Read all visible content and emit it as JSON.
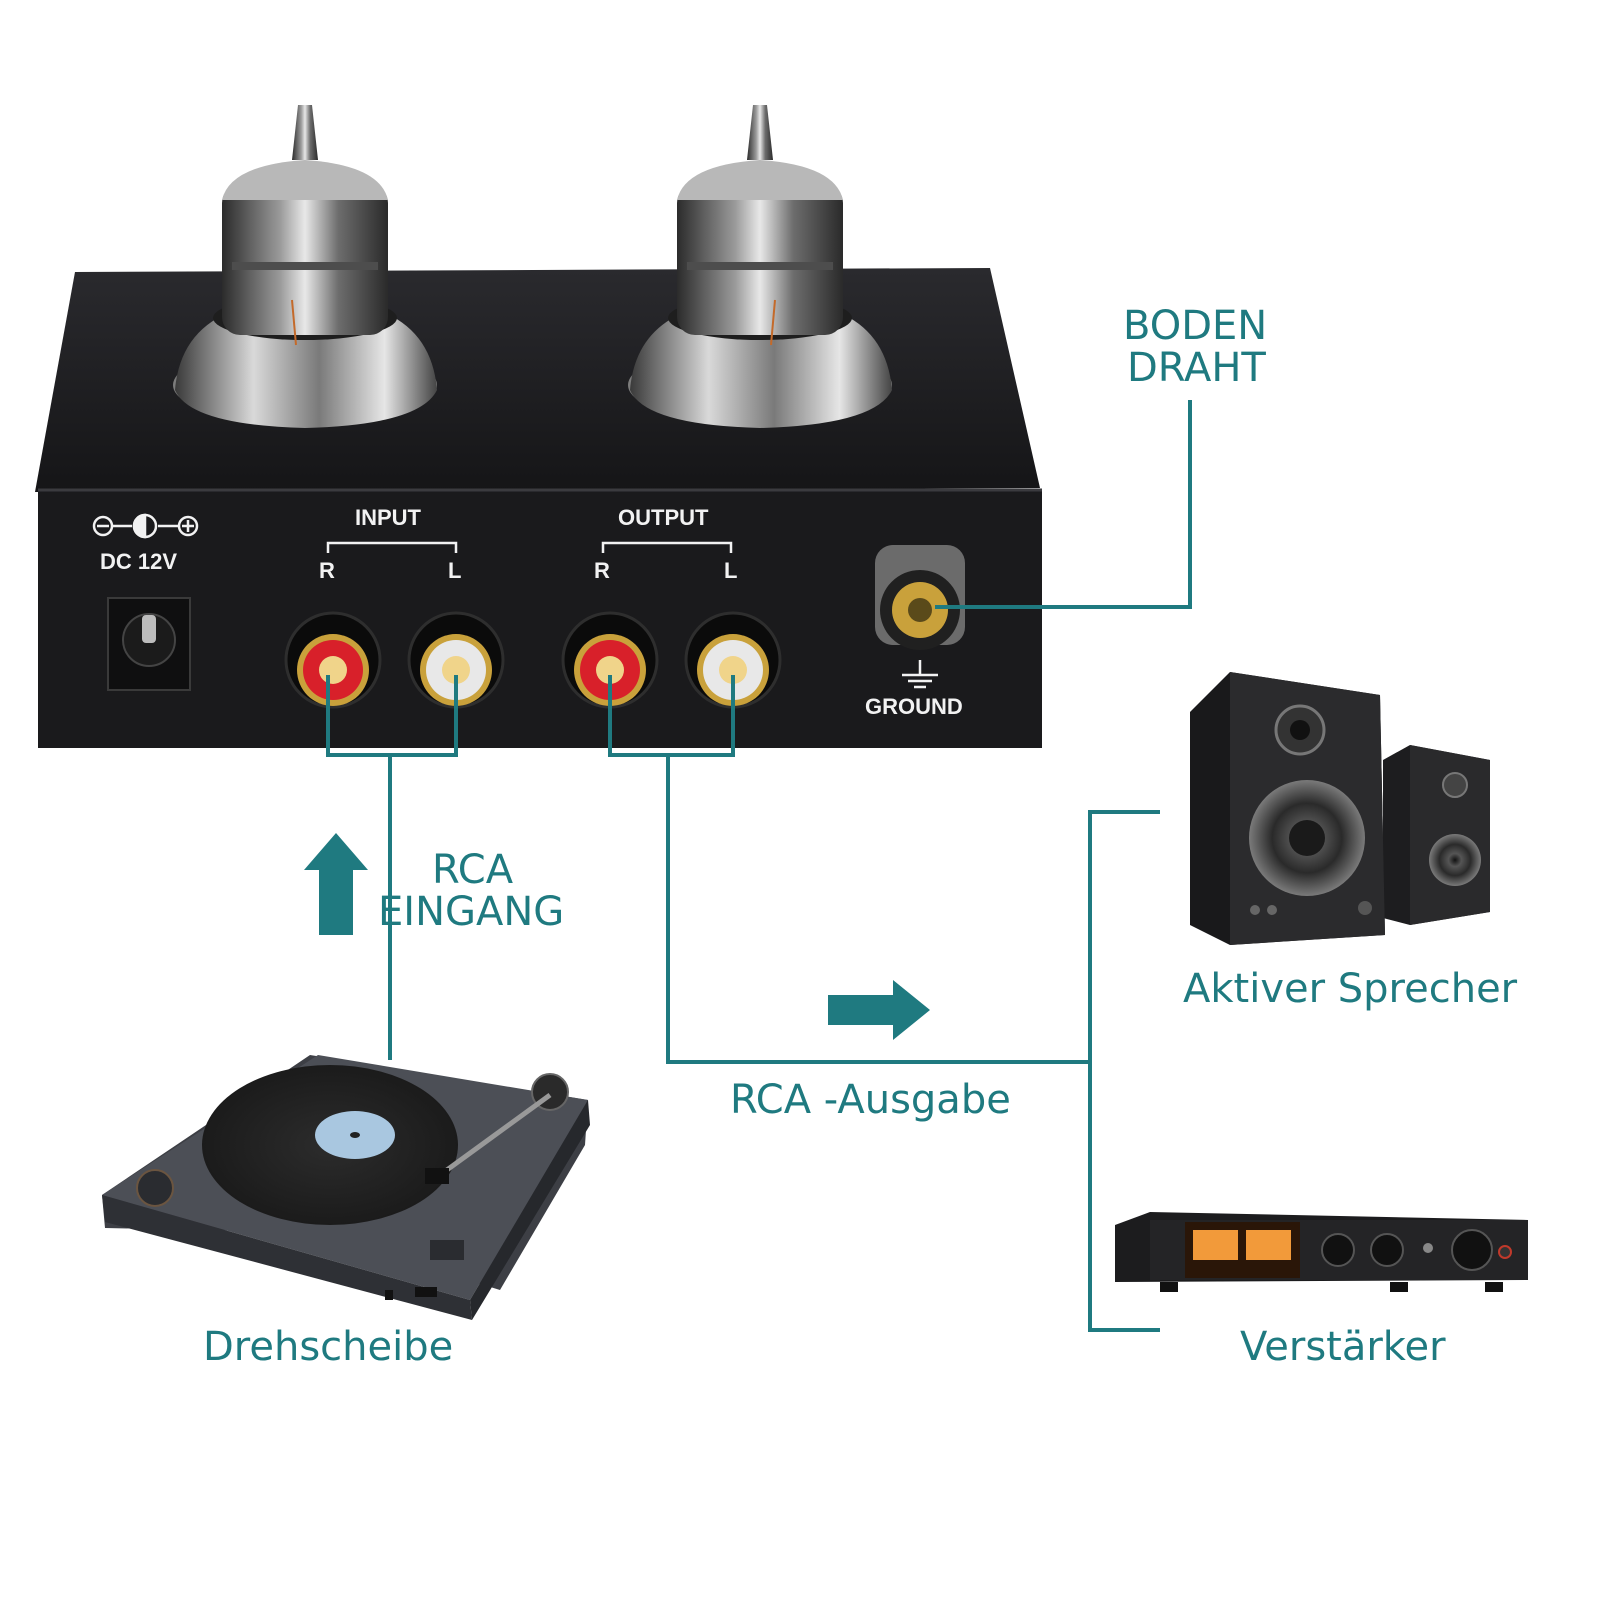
{
  "colors": {
    "accent": "#1f7a80",
    "device_body": "#1a1a1c",
    "panel_text": "#f2f2f2",
    "rca_right": "#d8202a",
    "rca_left": "#e8e8e8",
    "gold": "#c9a13b"
  },
  "device": {
    "power_label": "DC 12V",
    "input_label": "INPUT",
    "output_label": "OUTPUT",
    "right_channel": "R",
    "left_channel": "L",
    "ground_label": "GROUND"
  },
  "labels": {
    "ground_wire": [
      "BODEN",
      "DRAHT"
    ],
    "rca_input": [
      "RCA",
      "EINGANG"
    ],
    "rca_output": "RCA -Ausgabe",
    "turntable": "Drehscheibe",
    "active_speaker": "Aktiver Sprecher",
    "amplifier": "Verstärker"
  },
  "icons": [
    "power-polarity-icon",
    "ground-symbol-icon",
    "arrow-up-icon",
    "arrow-right-icon"
  ]
}
